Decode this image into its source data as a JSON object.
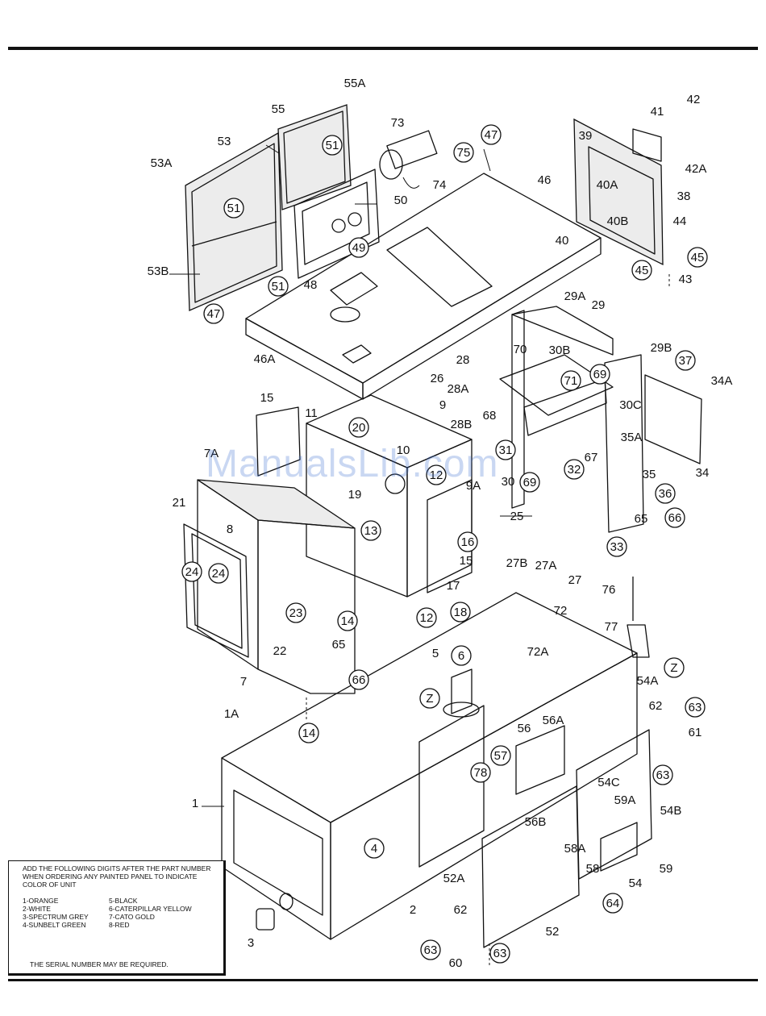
{
  "watermark": "ManualsLib.com",
  "legend": {
    "header": "ADD THE FOLLOWING DIGITS AFTER THE PART NUMBER WHEN ORDERING ANY PAINTED PANEL TO INDICATE COLOR OF UNIT",
    "colors_left": [
      "1-ORANGE",
      "2-WHITE",
      "3-SPECTRUM GREY",
      "4-SUNBELT GREEN"
    ],
    "colors_right": [
      "5-BLACK",
      "6-CATERPILLAR YELLOW",
      "7-CATO GOLD",
      "8-RED"
    ],
    "serial_note": "THE SERIAL NUMBER MAY BE REQUIRED."
  },
  "callouts": {
    "c55A": "55A",
    "c55": "55",
    "c53": "53",
    "c53A": "53A",
    "c51a": "51",
    "c51b": "51",
    "c51c": "51",
    "c53B": "53B",
    "c50": "50",
    "c49": "49",
    "c48": "48",
    "c73": "73",
    "c75": "75",
    "c74": "74",
    "c47a": "47",
    "c46": "46",
    "c47b": "47",
    "c46A": "46A",
    "c41": "41",
    "c42": "42",
    "c42A": "42A",
    "c39": "39",
    "c40A": "40A",
    "c40B": "40B",
    "c40": "40",
    "c38": "38",
    "c44": "44",
    "c45a": "45",
    "c45b": "45",
    "c43": "43",
    "c29A": "29A",
    "c29": "29",
    "c29B": "29B",
    "c37": "37",
    "c34A": "34A",
    "c70": "70",
    "c30B": "30B",
    "c28": "28",
    "c28A": "28A",
    "c28B": "28B",
    "c26": "26",
    "c9": "9",
    "c68": "68",
    "c71": "71",
    "c69a": "69",
    "c30C": "30C",
    "c35A": "35A",
    "c31": "31",
    "c30": "30",
    "c69b": "69",
    "c32": "32",
    "c67": "67",
    "c35": "35",
    "c34": "34",
    "c36": "36",
    "c66a": "66",
    "c65a": "65",
    "c33": "33",
    "c15a": "15",
    "c11": "11",
    "c20": "20",
    "c10": "10",
    "c12a": "12",
    "c9A": "9A",
    "c19": "19",
    "c7A": "7A",
    "c21": "21",
    "c8": "8",
    "c24a": "24",
    "c24b": "24",
    "c13": "13",
    "c16": "16",
    "c15b": "15",
    "c25": "25",
    "c27B": "27B",
    "c27A": "27A",
    "c27": "27",
    "c23": "23",
    "c22": "22",
    "c14a": "14",
    "c17": "17",
    "c12b": "12",
    "c18": "18",
    "c7": "7",
    "c65b": "65",
    "c66b": "66",
    "c5": "5",
    "c6": "6",
    "c72": "72",
    "c72A": "72A",
    "c76": "76",
    "c77": "77",
    "cZa": "Z",
    "cZb": "Z",
    "c1A": "1A",
    "c14b": "14",
    "c1": "1",
    "c4": "4",
    "c2": "2",
    "c3": "3",
    "c56": "56",
    "c56A": "56A",
    "c57": "57",
    "c78": "78",
    "c56B": "56B",
    "c54A": "54A",
    "c62a": "62",
    "c63a": "63",
    "c61": "61",
    "c63b": "63",
    "c54C": "54C",
    "c59A": "59A",
    "c54B": "54B",
    "c58A": "58A",
    "c58": "58",
    "c59": "59",
    "c54": "54",
    "c52A": "52A",
    "c64": "64",
    "c62b": "62",
    "c63c": "63",
    "c60": "60",
    "c52": "52",
    "c63d": "63"
  }
}
